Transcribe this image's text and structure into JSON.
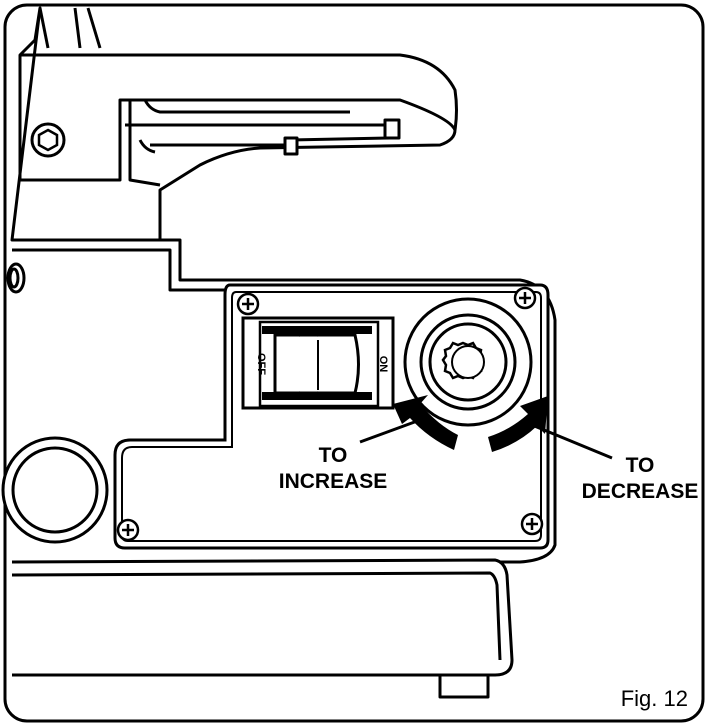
{
  "figure": {
    "label": "Fig. 12"
  },
  "switch": {
    "off_label": "OFF",
    "on_label": "ON"
  },
  "annotations": {
    "increase": {
      "line1": "TO",
      "line2": "INCREASE"
    },
    "decrease": {
      "line1": "TO",
      "line2": "DECREASE"
    }
  },
  "colors": {
    "ink": "#000000",
    "paper": "#ffffff",
    "shade": "#1a1a1a"
  },
  "icons": [
    "hex-bolt-icon",
    "phillips-screw-icon",
    "rotation-arrow-icon"
  ]
}
